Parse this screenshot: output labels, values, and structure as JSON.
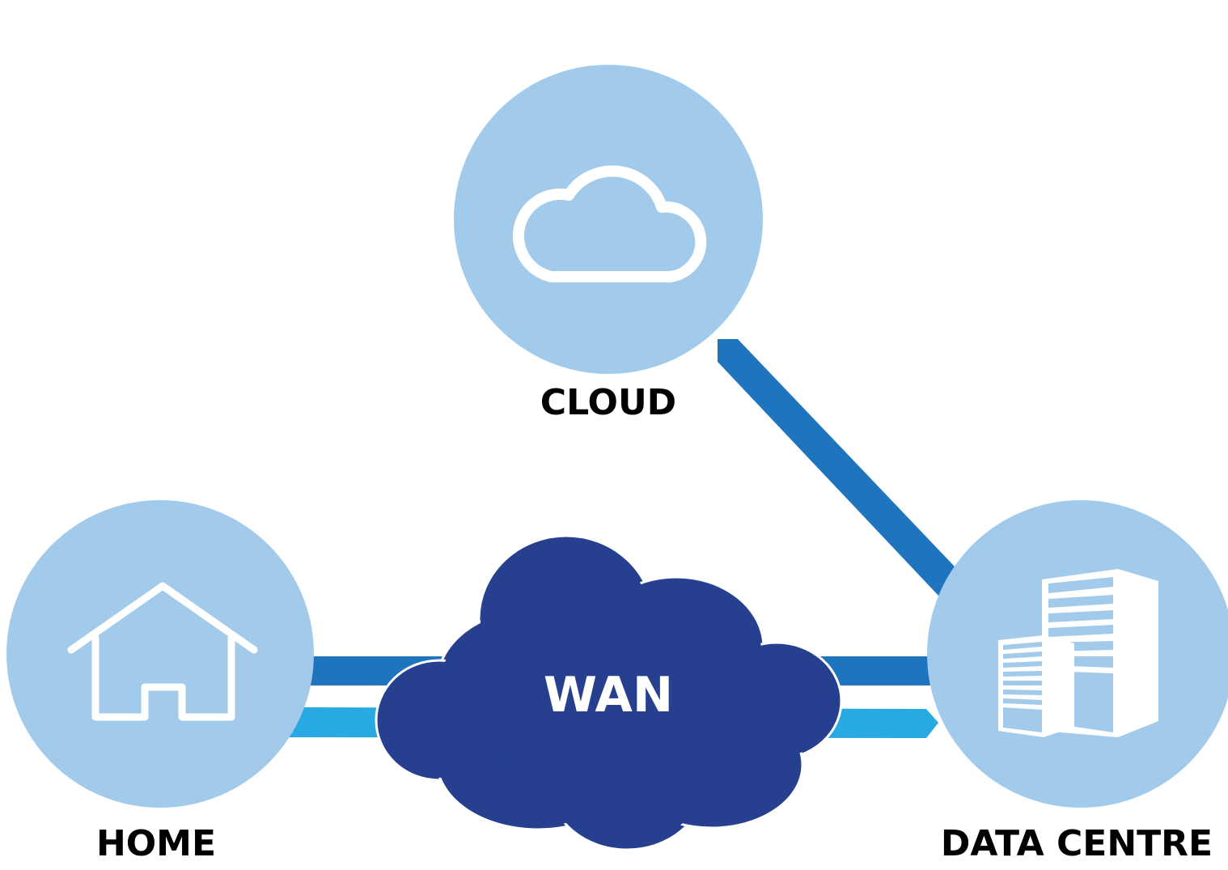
{
  "nodes": {
    "cloud": {
      "label": "CLOUD"
    },
    "home": {
      "label": "HOME"
    },
    "data_centre": {
      "label": "DATA CENTRE"
    },
    "wan": {
      "label": "WAN"
    }
  },
  "colors": {
    "node_circle": "#a2caeb",
    "link_dark": "#1f74be",
    "link_light": "#29a9e1",
    "wan_cloud": "#26408f",
    "icon_stroke": "#ffffff",
    "label_text": "#000000",
    "background": "#ffffff"
  },
  "icons": {
    "cloud": "cloud-icon",
    "home": "house-icon",
    "data_centre": "building-icon"
  }
}
